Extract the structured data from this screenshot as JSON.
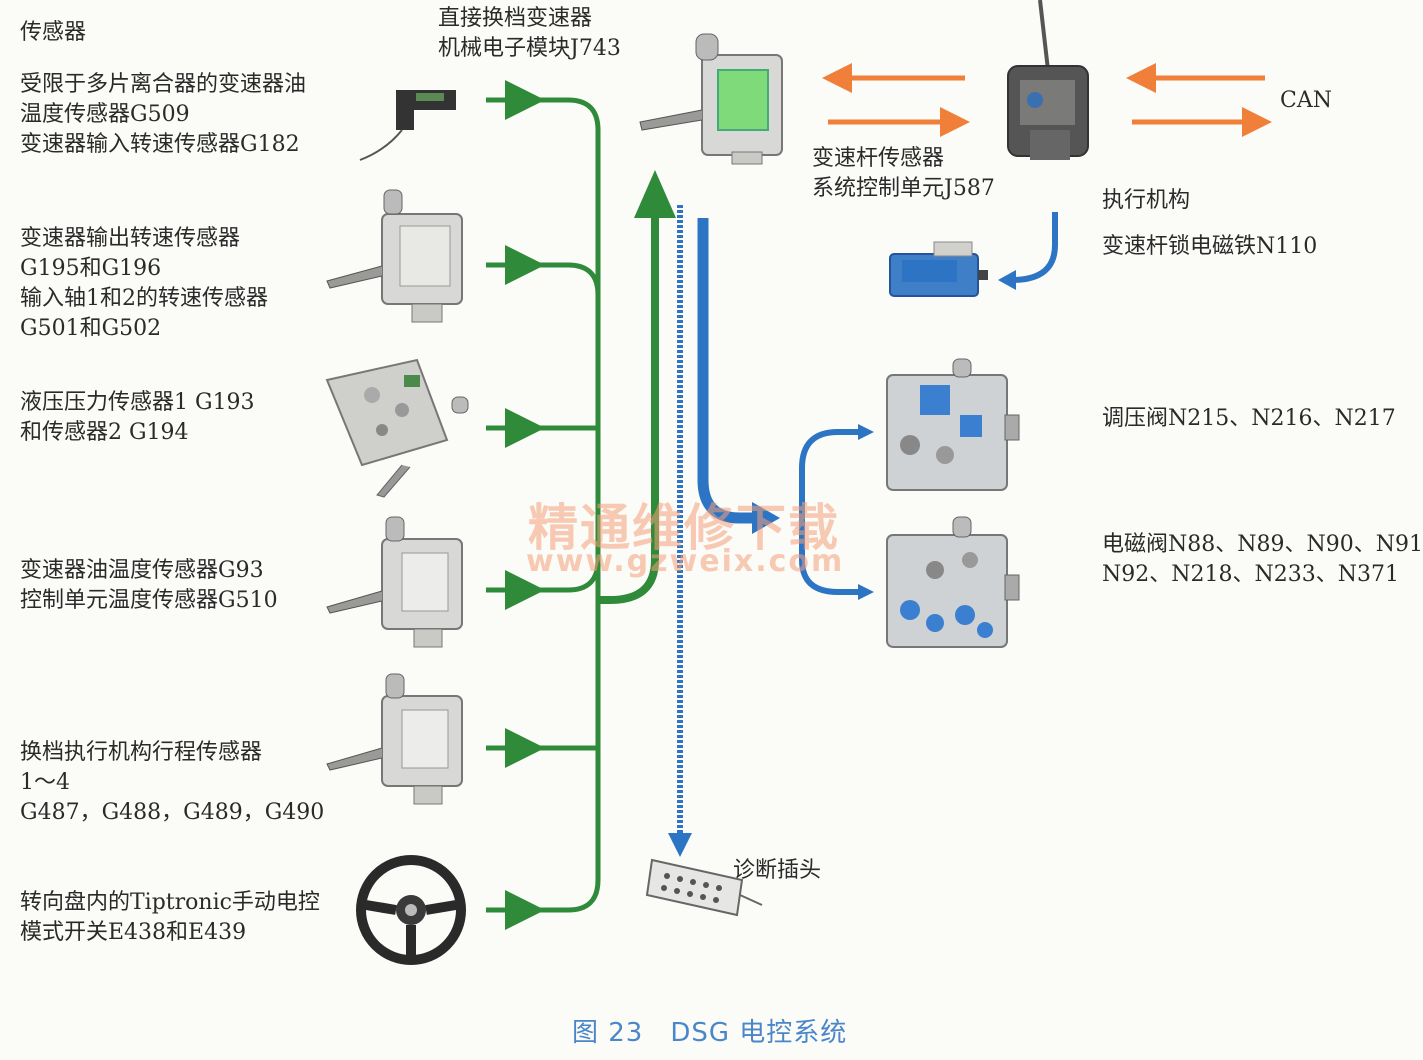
{
  "sensors": {
    "heading": "传感器",
    "groups": [
      {
        "lines": [
          "受限于多片离合器的变速器油",
          "温度传感器G509",
          "变速器输入转速传感器G182"
        ]
      },
      {
        "lines": [
          "变速器输出转速传感器",
          "G195和G196",
          "输入轴1和2的转速传感器",
          "G501和G502"
        ]
      },
      {
        "lines": [
          "液压压力传感器1 G193",
          "和传感器2 G194"
        ]
      },
      {
        "lines": [
          "变速器油温度传感器G93",
          "控制单元温度传感器G510"
        ]
      },
      {
        "lines": [
          "换档执行机构行程传感器",
          "1～4",
          "G487，G488，G489，G490"
        ]
      },
      {
        "lines": [
          "转向盘内的Tiptronic手动电控",
          "模式开关E438和E439"
        ]
      }
    ]
  },
  "control_unit": {
    "lines": [
      "直接换档变速器",
      "机械电子模块J743"
    ]
  },
  "selector": {
    "lines": [
      "变速杆传感器",
      "系统控制单元J587"
    ]
  },
  "can_label": "CAN",
  "actuators": {
    "heading": "执行机构",
    "lock_solenoid": "变速杆锁电磁铁N110",
    "pressure_valves": "调压阀N215、N216、N217",
    "solenoid_valves": [
      "电磁阀N88、N89、N90、N91",
      "N92、N218、N233、N371"
    ]
  },
  "diagnosis": "诊断插头",
  "watermark": {
    "cn": "精通维修下载",
    "url": "www.gzweix.com"
  },
  "caption": "图 23　DSG 电控系统",
  "colors": {
    "green": "#2f8a3a",
    "blue": "#2e74c4",
    "orange": "#f07f3a",
    "caption": "#4a86c8"
  }
}
